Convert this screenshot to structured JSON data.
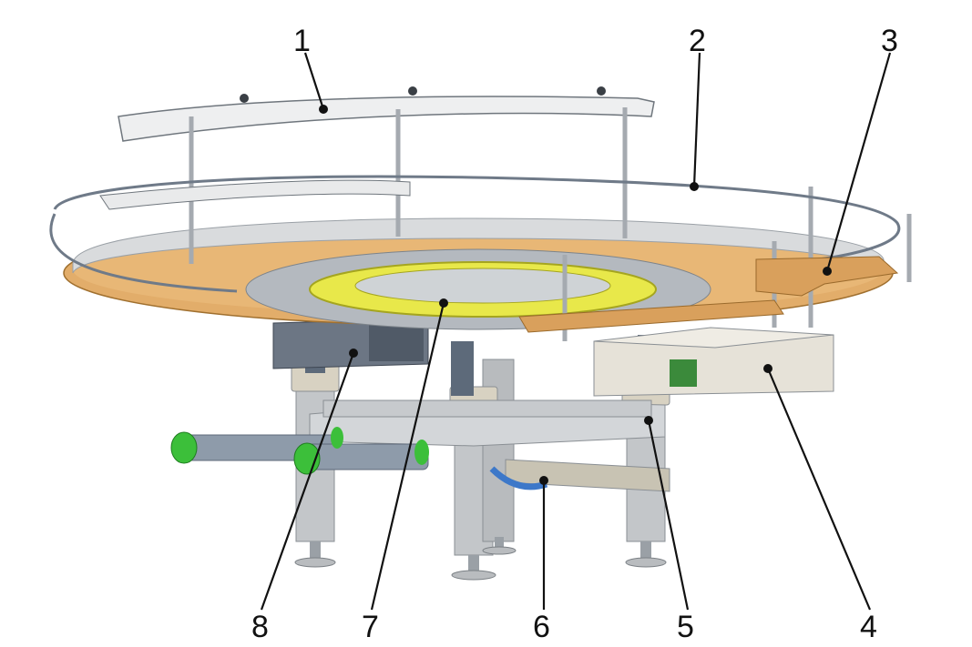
{
  "figure": {
    "callouts": [
      {
        "id": "1",
        "label": "1"
      },
      {
        "id": "2",
        "label": "2"
      },
      {
        "id": "3",
        "label": "3"
      },
      {
        "id": "4",
        "label": "4"
      },
      {
        "id": "5",
        "label": "5"
      },
      {
        "id": "6",
        "label": "6"
      },
      {
        "id": "7",
        "label": "7"
      },
      {
        "id": "8",
        "label": "8"
      }
    ],
    "colors": {
      "deck": "#e2ad6a",
      "deck_edge": "#c98f4a",
      "yellow_ring": "#e8e84a",
      "frame_metal": "#c9cccf",
      "dark_metal": "#5d6a7a",
      "tube_blue": "#7e93ad",
      "green_cap": "#3cbf3a",
      "box": "#e6e2d8",
      "line": "#111111"
    }
  }
}
